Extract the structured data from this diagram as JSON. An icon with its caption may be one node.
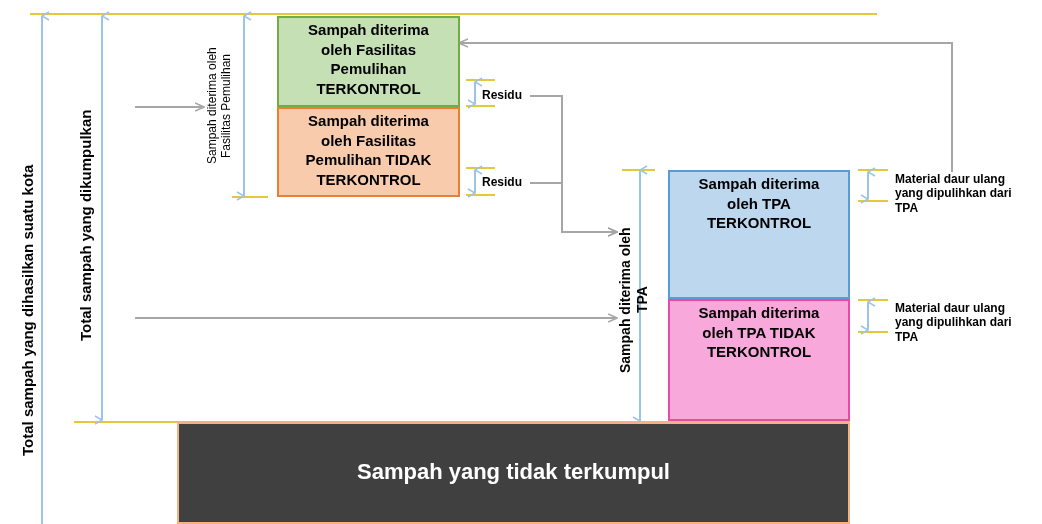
{
  "diagram": {
    "nodes": [
      {
        "text": [
          "Sampah diterima oleh Fasilitas Pemulihan TERKONTROL"
        ]
      },
      {
        "text": [
          "Sampah diterima oleh Fasilitas Pemulihan TIDAK TERKONTROL"
        ]
      },
      {
        "text": [
          "Sampah diterima oleh TPA TERKONTROL"
        ]
      },
      {
        "text": [
          "Sampah diterima oleh TPA TIDAK TERKONTROL"
        ]
      },
      {
        "text": [
          "Sampah yang tidak terkumpul"
        ]
      },
      {
        "text": [
          "Residu"
        ]
      },
      {
        "text": [
          "Residu"
        ]
      },
      {
        "text": [
          "Material daur ulang yang dipulihkan dari TPA"
        ]
      },
      {
        "text": [
          "Sampah diterima oleh Fasilitas Pemulihan"
        ]
      },
      {
        "text": [
          "Sampah diterima oleh TPA"
        ]
      }
    ],
    "edges": [
      {
        "from": 5,
        "to": 9,
        "arrow": "to"
      },
      {
        "from": 6,
        "to": 9,
        "arrow": "to"
      },
      {
        "from": 7,
        "to": 0,
        "arrow": "to"
      },
      {
        "from": null,
        "to": 8,
        "arrow": "to"
      },
      {
        "from": null,
        "to": 9,
        "arrow": "to"
      }
    ],
    "labels": [
      "Total sampah yang dihasilkan suatu kota",
      "Total sampah yang dikumpulkan",
      "Material daur ulang yang dipulihkan dari TPA"
    ]
  }
}
